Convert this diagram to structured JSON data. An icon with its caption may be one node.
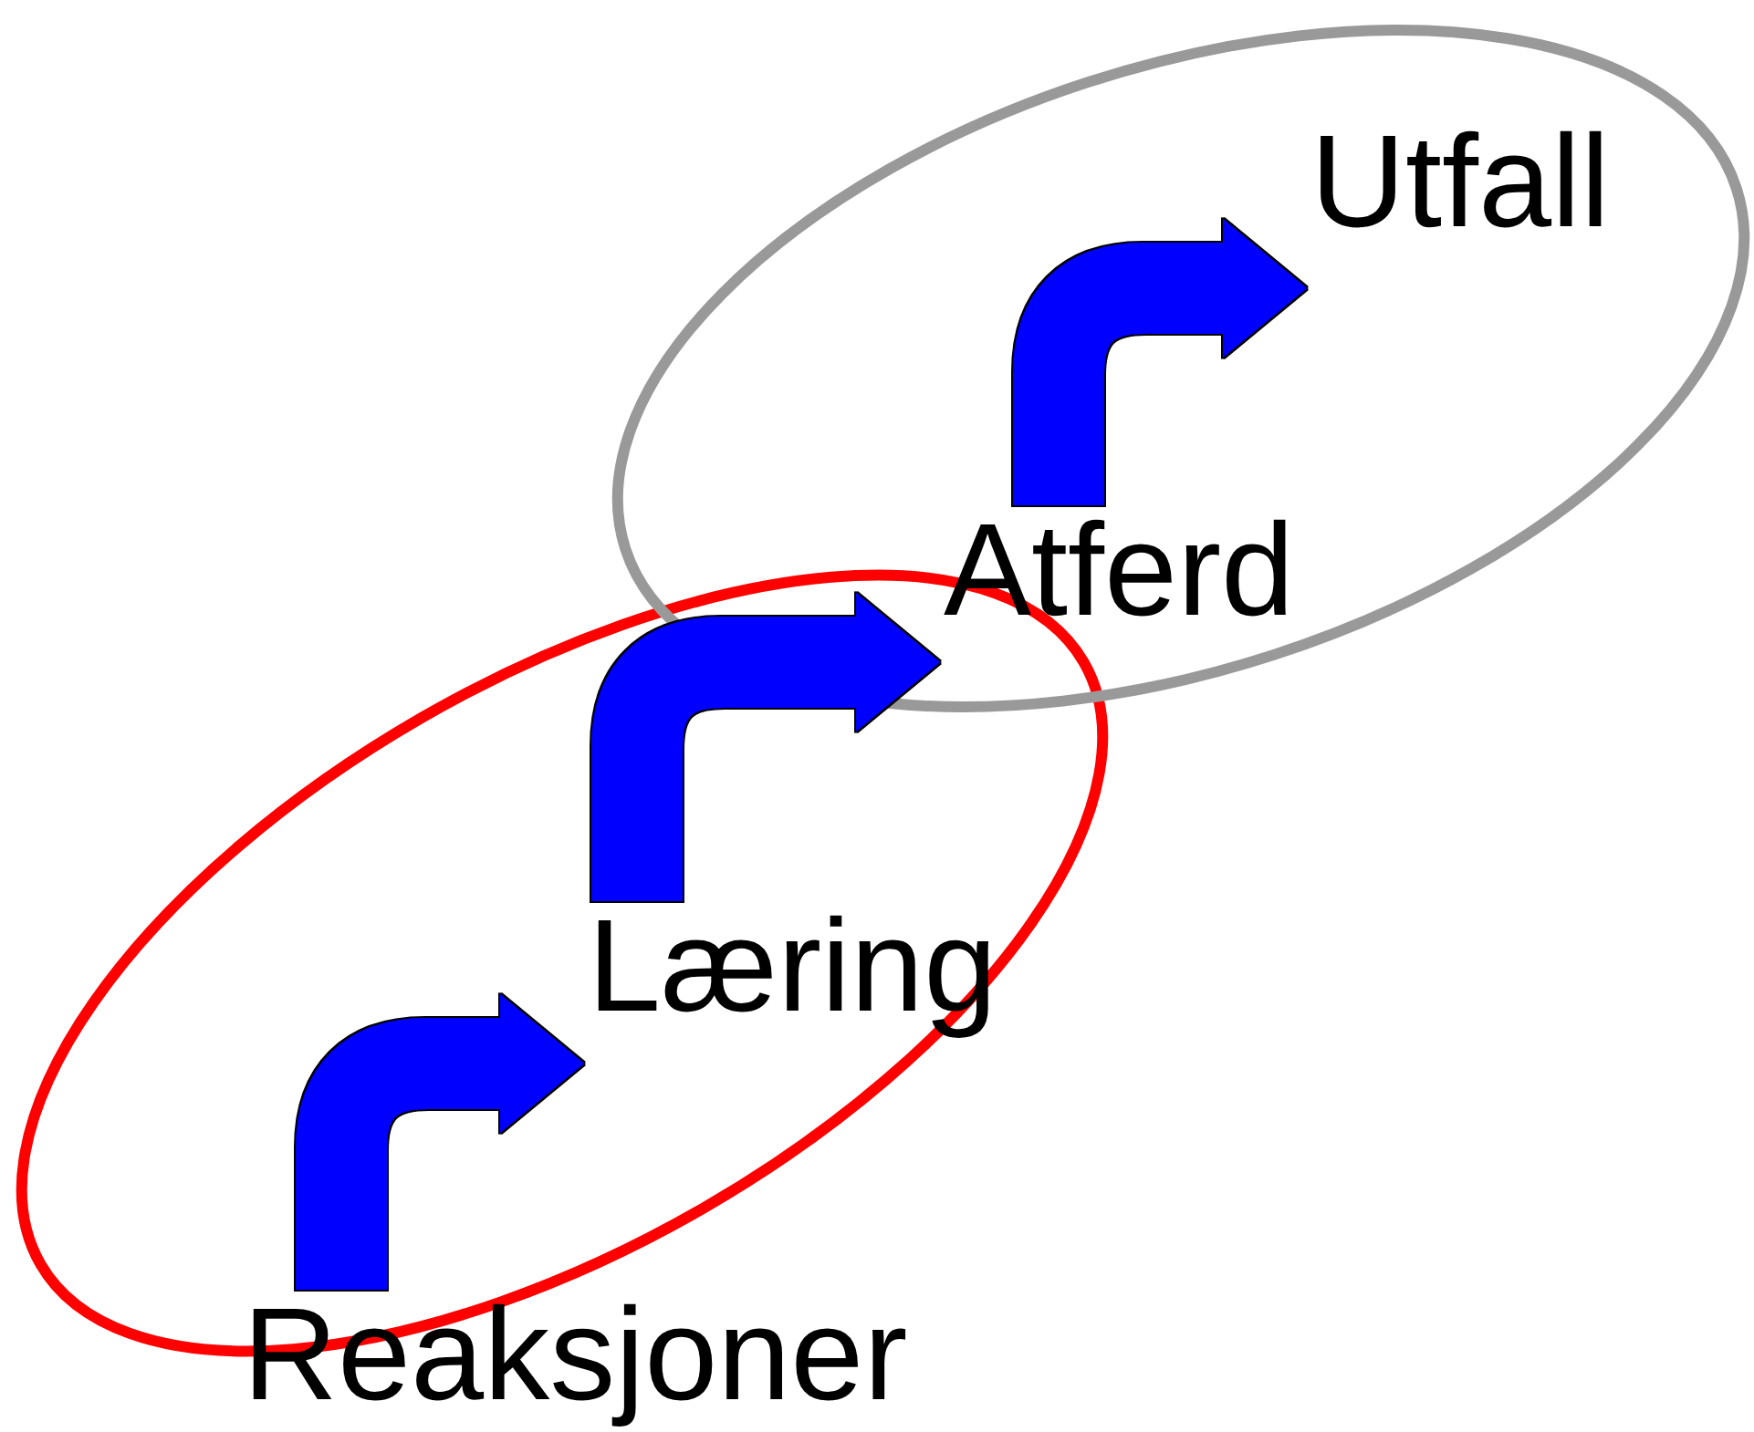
{
  "diagram": {
    "nodes": [
      {
        "text": [],
        "shape": "ellipse"
      },
      {
        "text": [],
        "shape": "ellipse"
      },
      {
        "text": [
          "Reaksjoner"
        ]
      },
      {
        "text": [
          "Læring"
        ],
        "in": 0
      },
      {
        "text": [
          "Atferd"
        ],
        "in": 1
      },
      {
        "text": [
          "Utfall"
        ],
        "in": 1
      }
    ],
    "edges": [
      {
        "from": 2,
        "to": 3,
        "arrow": "to"
      },
      {
        "from": 3,
        "to": 4,
        "arrow": "to"
      },
      {
        "from": 4,
        "to": 5,
        "arrow": "to"
      }
    ]
  }
}
